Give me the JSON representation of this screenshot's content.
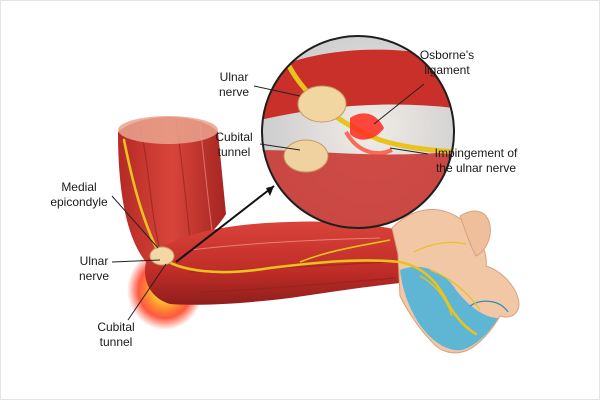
{
  "labels": {
    "medial_epicondyle": {
      "line1": "Medial",
      "line2": "epicondyle"
    },
    "ulnar_nerve_arm": {
      "line1": "Ulnar",
      "line2": "nerve"
    },
    "cubital_tunnel_arm": {
      "line1": "Cubital",
      "line2": "tunnel"
    },
    "ulnar_nerve_inset": {
      "line1": "Ulnar",
      "line2": "nerve"
    },
    "cubital_tunnel_inset": {
      "line1": "Cubital",
      "line2": "tunnel"
    },
    "osbornes_ligament": {
      "line1": "Osborne's",
      "line2": "ligament"
    },
    "impingement": {
      "line1": "Impingement of",
      "line2": "the ulnar nerve"
    }
  },
  "colors": {
    "muscle": "#c8322c",
    "muscle_dark": "#8f1f1c",
    "nerve": "#e8c21f",
    "hand_skin": "#f2c7a6",
    "palm_blue": "#4fb3d9",
    "glow": "#ff3b1f",
    "leader": "#222222"
  }
}
